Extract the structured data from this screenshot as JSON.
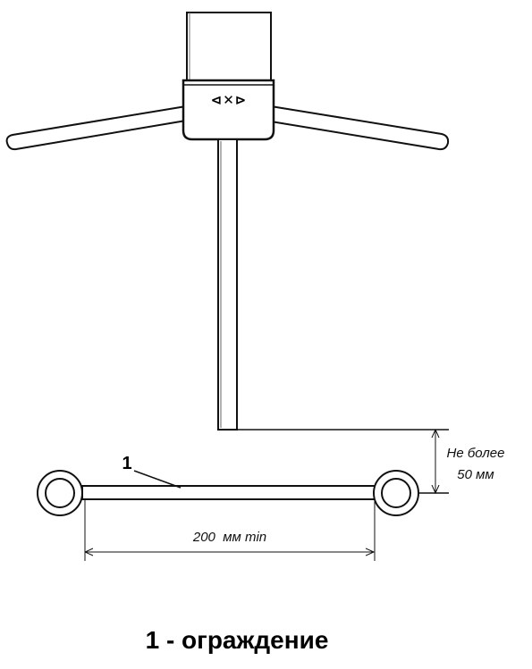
{
  "turnstile": {
    "indicator": "⊲✕⊳"
  },
  "dimensions": {
    "height_note_line1": "Не более",
    "height_note_line2": "50 мм",
    "width_note": "200  мм min"
  },
  "labels": {
    "callout": "1"
  },
  "caption": "1 - ограждение",
  "colors": {
    "stroke": "#111111",
    "background": "#ffffff"
  }
}
